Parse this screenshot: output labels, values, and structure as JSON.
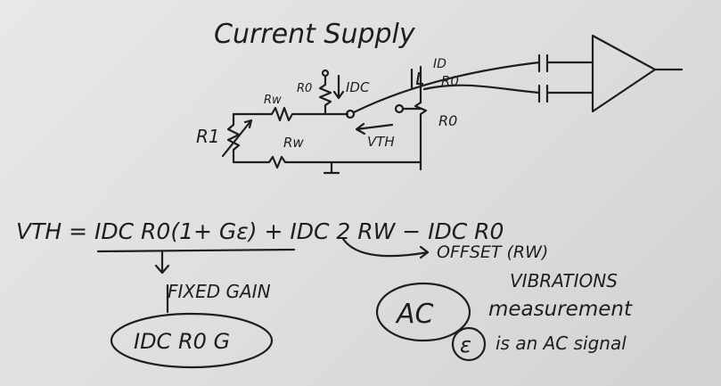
{
  "title": "Current Supply",
  "circuit": {
    "r1_label": "R1",
    "rw_top_label": "Rw",
    "rw_bottom_label": "Rw",
    "r0_left_label": "R0",
    "idc_label": "IDC",
    "id_label": "ID",
    "r0_top_label": "R0",
    "r0_right_label": "R0",
    "vth_label": "VTH"
  },
  "equation": "VTH = IDC R0(1+ Gε) + IDC 2 RW − IDC R0",
  "offset_note": "OFFSET (RW)",
  "fixed_gain_note": "FIXED GAIN",
  "fixed_gain_expr": "IDC R0 G",
  "ac_label": "AC",
  "vibrations_line1": "VIBRATIONS",
  "vibrations_line2": "measurement",
  "epsilon_symbol": "ε",
  "epsilon_note": "is an AC signal"
}
